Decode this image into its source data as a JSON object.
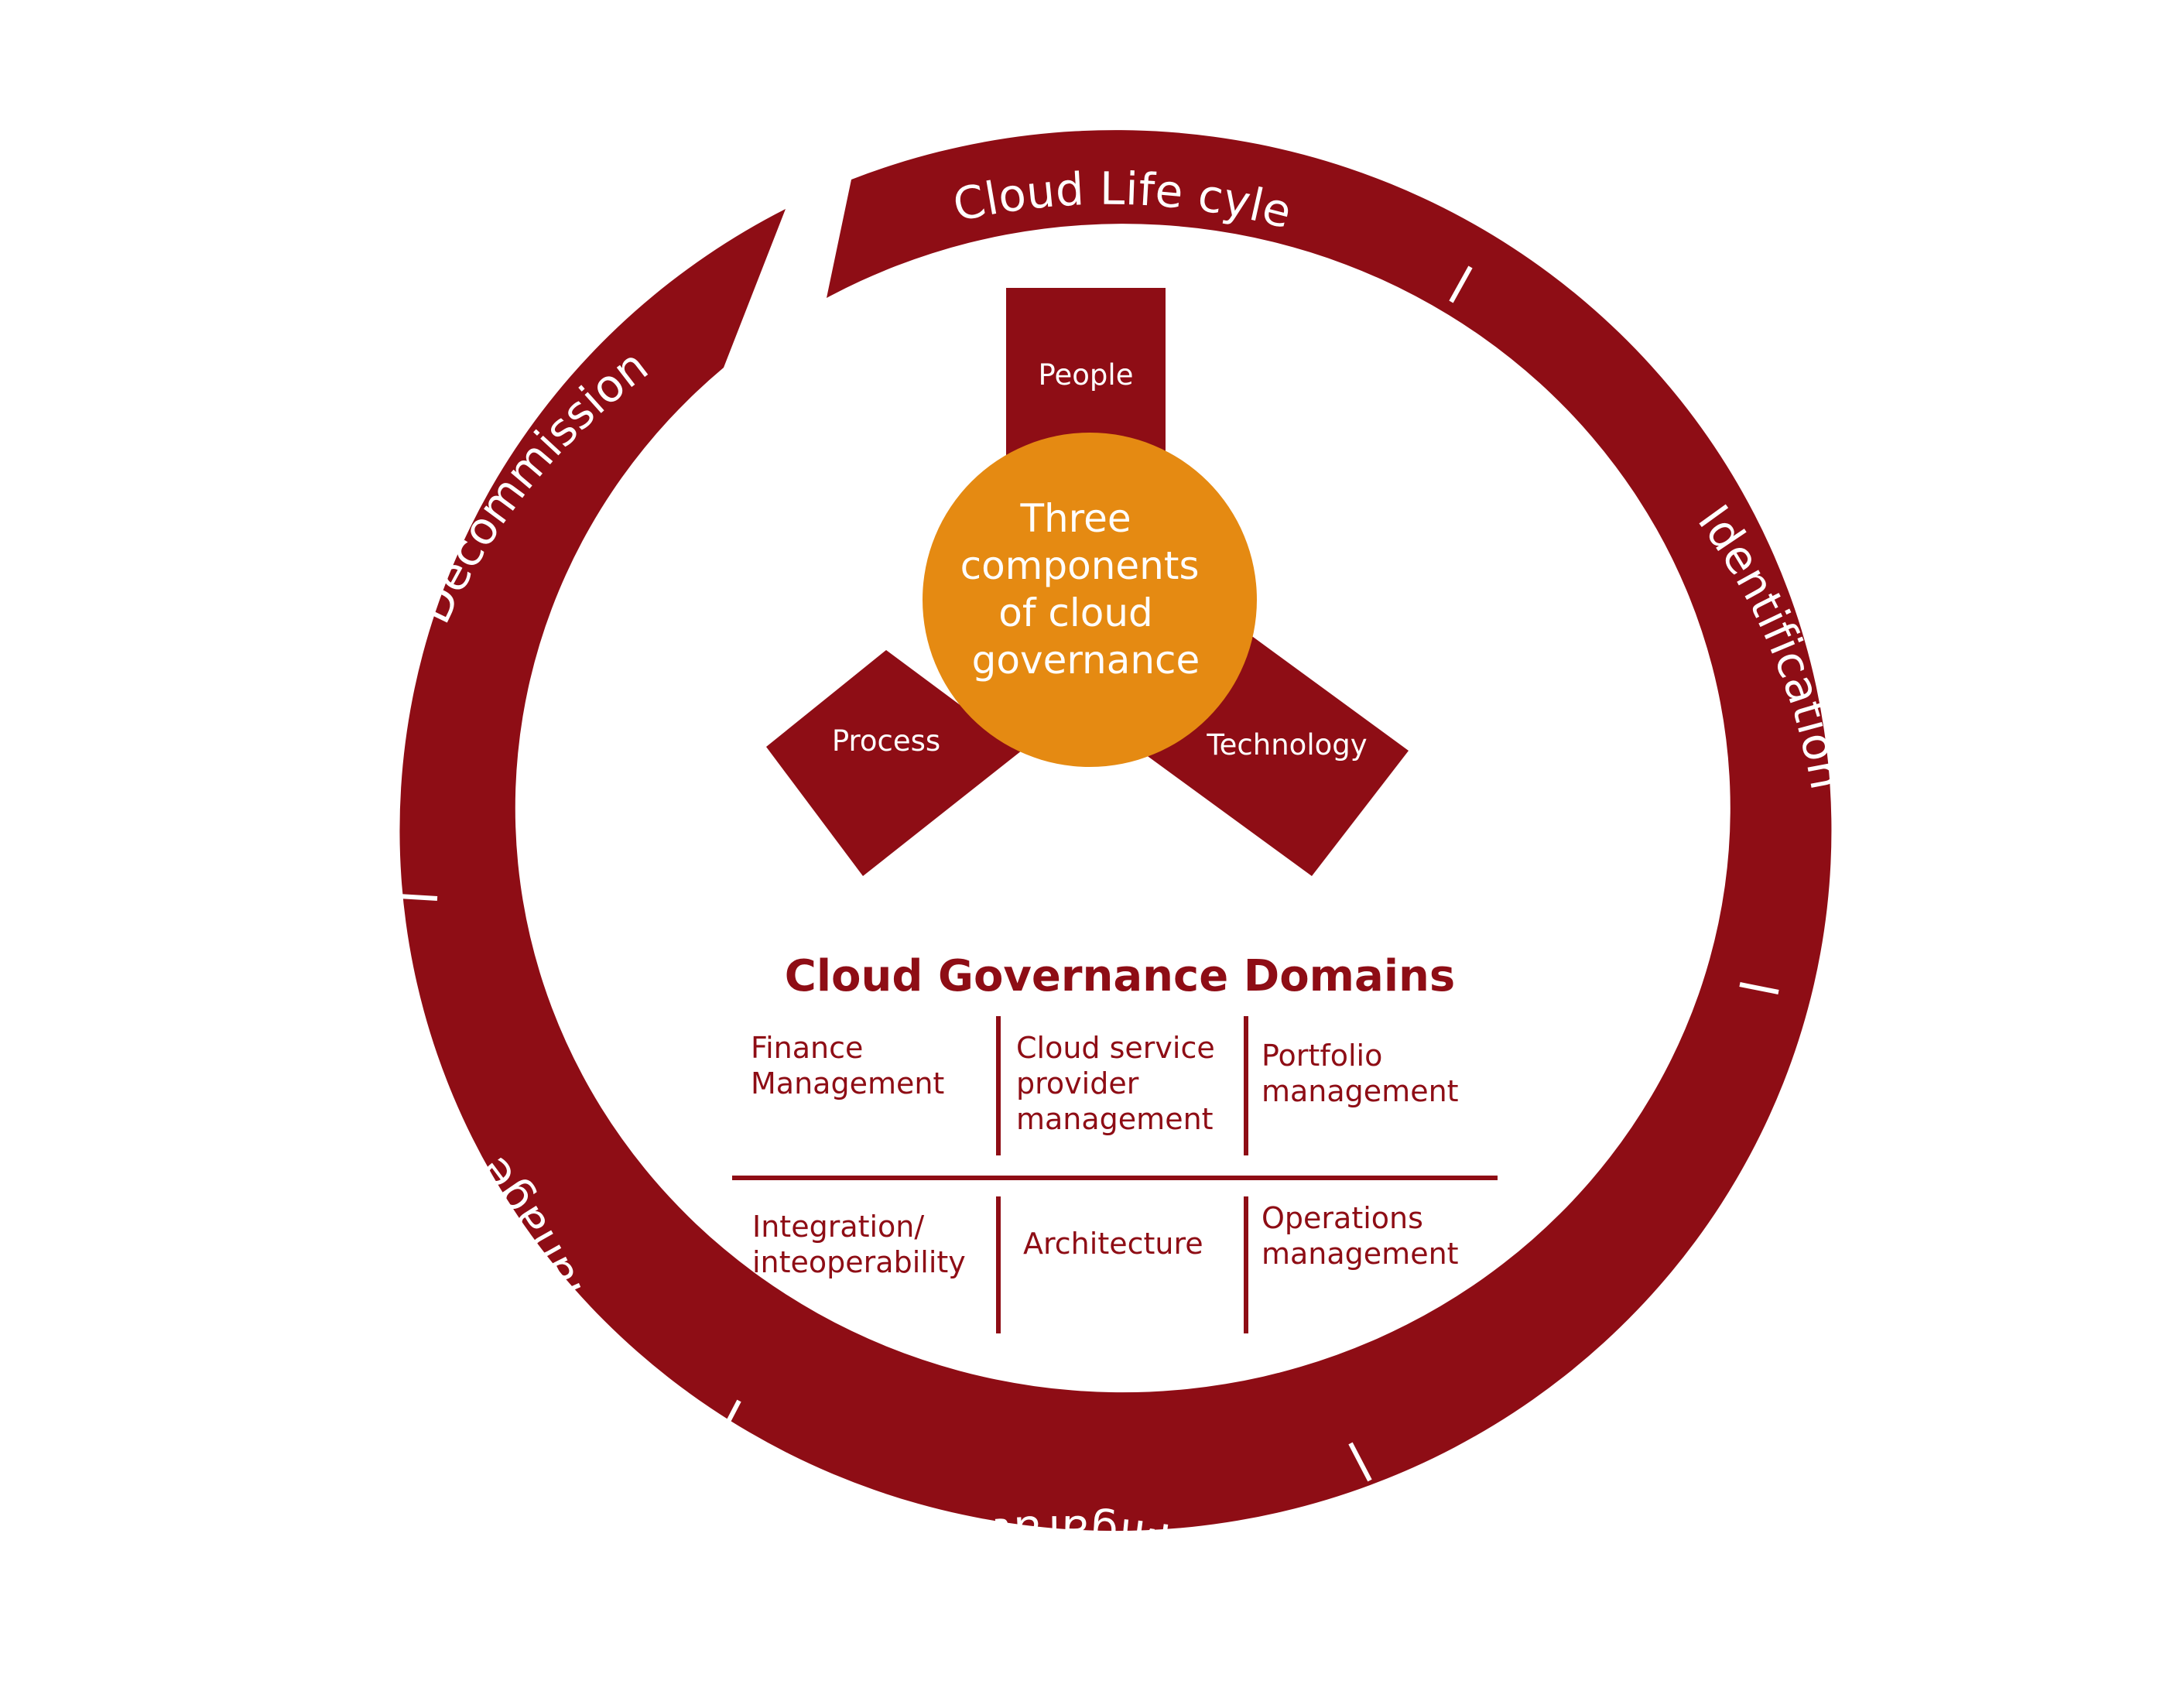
{
  "colors": {
    "ring": "#8e0d15",
    "hub": "#e58a12",
    "text_on_dark": "#ffffff",
    "domain_text": "#8e0d15",
    "background": "#ffffff"
  },
  "lifecycle": {
    "title": "Cloud Life cyle",
    "stages": [
      "Identification",
      "Configure",
      "Migarate",
      "Manage",
      "Decommission"
    ]
  },
  "components": {
    "center": [
      "Three",
      "components",
      "of cloud",
      "governance"
    ],
    "blades": [
      "People",
      "Process",
      "Technology"
    ]
  },
  "domains": {
    "title": "Cloud Governance Domains",
    "cells": [
      [
        "Finance",
        "Management"
      ],
      [
        "Cloud service",
        "provider",
        "management"
      ],
      [
        "Portfolio",
        "management"
      ],
      [
        "Integration/",
        "inteoperability"
      ],
      [
        "Architecture"
      ],
      [
        "Operations",
        "management"
      ]
    ]
  }
}
